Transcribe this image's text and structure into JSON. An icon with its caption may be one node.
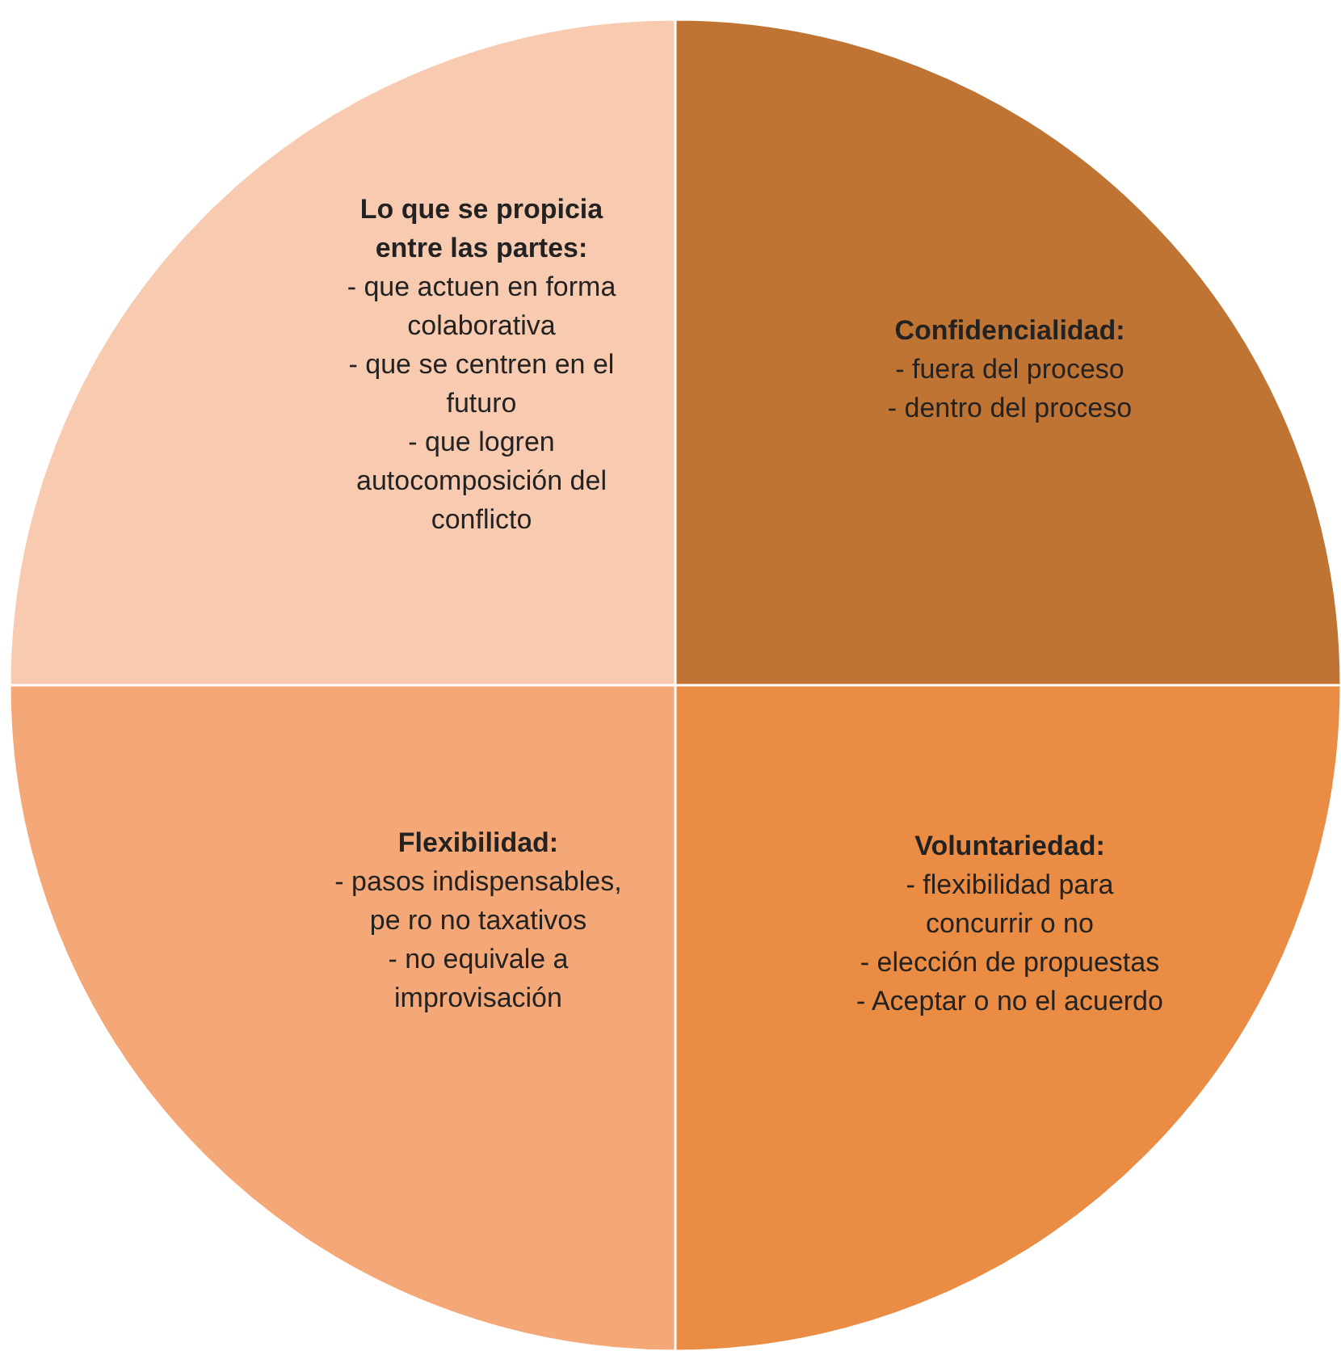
{
  "diagram": {
    "nodes": [
      {
        "text": [
          "Lo que se propicia entre las partes:",
          "- que actuen en forma colaborativa",
          "- que se centren en el futuro",
          "- que logren autocomposición del conflicto"
        ]
      },
      {
        "text": [
          "Confidencialidad:",
          "- fuera del proceso",
          "- dentro del proceso"
        ]
      },
      {
        "text": [
          "Flexibilidad:",
          "- pasos indispensables, pe ro no taxativos",
          "- no equivale a improvisación"
        ]
      },
      {
        "text": [
          "Voluntariedad:",
          "- flexibilidad para concurrir o no",
          "- elección de propuestas",
          "- Aceptar o no el acuerdo"
        ]
      }
    ]
  }
}
